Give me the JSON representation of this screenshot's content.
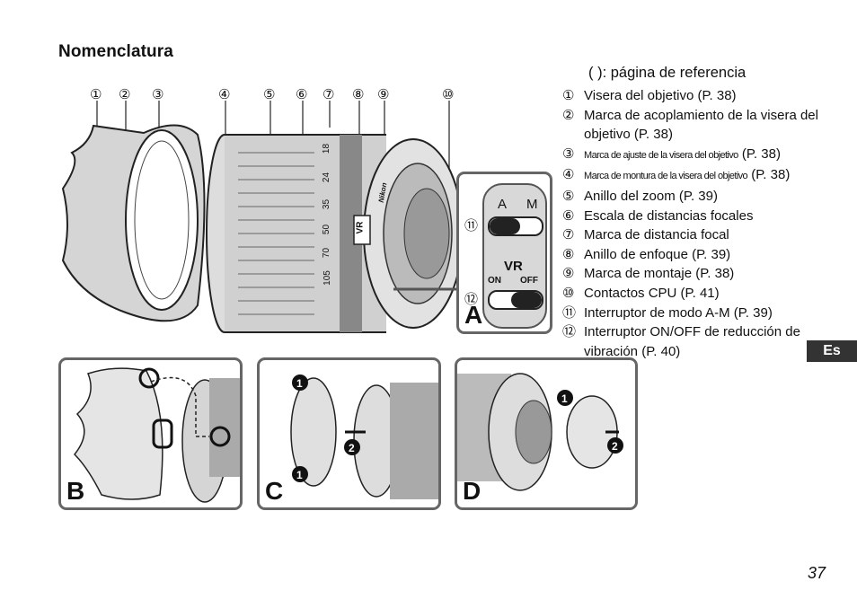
{
  "page": {
    "title": "Nomenclatura",
    "page_number": "37",
    "language_tab": "Es"
  },
  "legend": {
    "reference_note": "(     ): página de referencia",
    "items": [
      {
        "num": "①",
        "text": "Visera del objetivo (P. 38)"
      },
      {
        "num": "②",
        "text": "Marca de acoplamiento de la visera del objetivo (P. 38)"
      },
      {
        "num": "③",
        "text_small": "Marca de ajuste de la visera del objetivo",
        "ref": " (P. 38)"
      },
      {
        "num": "④",
        "text_small": "Marca de montura de la visera del objetivo",
        "ref": " (P. 38)"
      },
      {
        "num": "⑤",
        "text": "Anillo del zoom (P. 39)"
      },
      {
        "num": "⑥",
        "text": "Escala de distancias focales"
      },
      {
        "num": "⑦",
        "text": "Marca de distancia focal"
      },
      {
        "num": "⑧",
        "text": "Anillo de enfoque (P. 39)"
      },
      {
        "num": "⑨",
        "text": "Marca de montaje (P. 38)"
      },
      {
        "num": "⑩",
        "text": "Contactos CPU (P. 41)"
      },
      {
        "num": "⑪",
        "text": "Interruptor de modo A-M (P. 39)"
      },
      {
        "num": "⑫",
        "text": "Interruptor ON/OFF de reducción de vibración (P. 40)"
      }
    ]
  },
  "diagram": {
    "callouts": [
      "①",
      "②",
      "③",
      "④",
      "⑤",
      "⑥",
      "⑦",
      "⑧",
      "⑨",
      "⑩",
      "⑪",
      "⑫"
    ],
    "focal_scale": [
      "18",
      "24",
      "35",
      "50",
      "70",
      "105"
    ],
    "vr_badge": "VR",
    "lens_brand": "Nikon",
    "inset_a": {
      "letter": "A",
      "switch_am": {
        "left": "A",
        "right": "M",
        "callout": "⑪"
      },
      "switch_vr": {
        "title": "VR",
        "left": "ON",
        "right": "OFF",
        "callout": "⑫"
      }
    },
    "panels": [
      {
        "letter": "B",
        "description": "Montaje de la visera"
      },
      {
        "letter": "C",
        "description": "Tapa delantera",
        "steps": [
          "1",
          "2",
          "1"
        ]
      },
      {
        "letter": "D",
        "description": "Tapa trasera",
        "steps": [
          "1",
          "2"
        ]
      }
    ]
  }
}
